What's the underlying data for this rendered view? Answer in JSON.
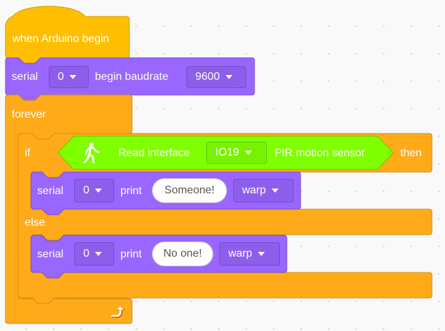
{
  "hat": {
    "label": "when Arduino begin"
  },
  "serial_begin": {
    "label_serial": "serial",
    "port": "0",
    "label_begin": "begin baudrate",
    "baud": "9600"
  },
  "forever": {
    "label": "forever"
  },
  "if_block": {
    "label_if": "if",
    "label_then": "then",
    "label_else": "else"
  },
  "sensor": {
    "label_read": "Read interface",
    "pin": "IO19",
    "label_sensor": "PIR motion sensor"
  },
  "print1": {
    "label_serial": "serial",
    "port": "0",
    "label_print": "print",
    "text": "Someone!",
    "mode": "warp"
  },
  "print2": {
    "label_serial": "serial",
    "port": "0",
    "label_print": "print",
    "text": "No one!",
    "mode": "warp"
  },
  "colors": {
    "events": "#ffbf00",
    "control": "#ffab19",
    "serial": "#9966ff",
    "sensor": "#7fff00"
  },
  "icons": {
    "sensor": "person-walking-icon",
    "loop": "loop-arrow-icon"
  }
}
